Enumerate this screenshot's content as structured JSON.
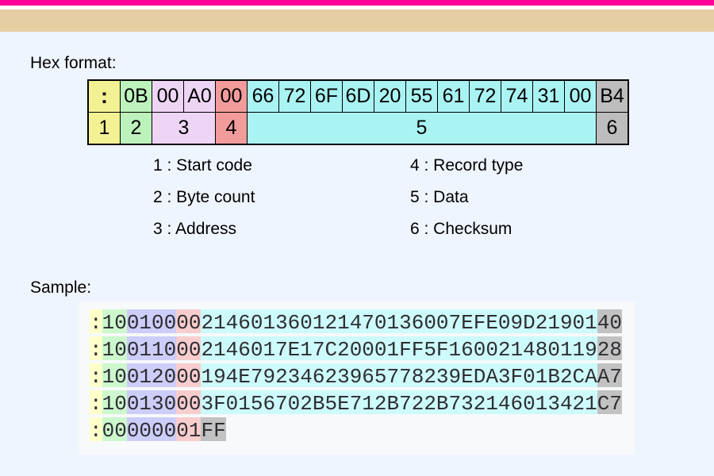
{
  "page": {
    "background": "#eff5fe",
    "top_bar_color": "#ff0099",
    "tan_bar_color": "#e5cea3",
    "sample_block_bg": "#f7f9fa"
  },
  "hex_format": {
    "label": "Hex format:",
    "colors": {
      "start": "#f2f295",
      "count": "#bdf2bd",
      "address": "#efd5f5",
      "rectype": "#f29b9b",
      "data": "#a9f3f3",
      "checksum": "#bdbdbd"
    },
    "bytes": [
      {
        "t": ":",
        "f": "start"
      },
      {
        "t": "0B",
        "f": "count"
      },
      {
        "t": "00",
        "f": "address"
      },
      {
        "t": "A0",
        "f": "address"
      },
      {
        "t": "00",
        "f": "rectype"
      },
      {
        "t": "66",
        "f": "data"
      },
      {
        "t": "72",
        "f": "data"
      },
      {
        "t": "6F",
        "f": "data"
      },
      {
        "t": "6D",
        "f": "data"
      },
      {
        "t": "20",
        "f": "data"
      },
      {
        "t": "55",
        "f": "data"
      },
      {
        "t": "61",
        "f": "data"
      },
      {
        "t": "72",
        "f": "data"
      },
      {
        "t": "74",
        "f": "data"
      },
      {
        "t": "31",
        "f": "data"
      },
      {
        "t": "00",
        "f": "data"
      },
      {
        "t": "B4",
        "f": "checksum"
      }
    ],
    "fields": [
      {
        "label": "1",
        "span": 1,
        "f": "start"
      },
      {
        "label": "2",
        "span": 1,
        "f": "count"
      },
      {
        "label": "3",
        "span": 2,
        "f": "address"
      },
      {
        "label": "4",
        "span": 1,
        "f": "rectype"
      },
      {
        "label": "5",
        "span": 11,
        "f": "data"
      },
      {
        "label": "6",
        "span": 1,
        "f": "checksum"
      }
    ]
  },
  "legend": {
    "items": [
      "1 : Start code",
      "2 : Byte count",
      "3 : Address",
      "4 : Record type",
      "5 : Data",
      "6 : Checksum"
    ]
  },
  "sample": {
    "label": "Sample:",
    "colors": {
      "start": "#ffffc9",
      "count": "#cdf8cd",
      "address": "#cdcdfa",
      "rectype": "#f8cdcd",
      "data": "#cdfafa",
      "checksum": "#c2c2c2"
    },
    "lines": [
      {
        "parts": [
          {
            "t": ":",
            "f": "start"
          },
          {
            "t": "10",
            "f": "count"
          },
          {
            "t": "0100",
            "f": "address"
          },
          {
            "t": "00",
            "f": "rectype"
          },
          {
            "t": "214601360121470136007EFE09D21901",
            "f": "data"
          },
          {
            "t": "40",
            "f": "checksum"
          }
        ]
      },
      {
        "parts": [
          {
            "t": ":",
            "f": "start"
          },
          {
            "t": "10",
            "f": "count"
          },
          {
            "t": "0110",
            "f": "address"
          },
          {
            "t": "00",
            "f": "rectype"
          },
          {
            "t": "2146017E17C20001FF5F160021480119",
            "f": "data"
          },
          {
            "t": "28",
            "f": "checksum"
          }
        ]
      },
      {
        "parts": [
          {
            "t": ":",
            "f": "start"
          },
          {
            "t": "10",
            "f": "count"
          },
          {
            "t": "0120",
            "f": "address"
          },
          {
            "t": "00",
            "f": "rectype"
          },
          {
            "t": "194E79234623965778239EDA3F01B2CA",
            "f": "data"
          },
          {
            "t": "A7",
            "f": "checksum"
          }
        ]
      },
      {
        "parts": [
          {
            "t": ":",
            "f": "start"
          },
          {
            "t": "10",
            "f": "count"
          },
          {
            "t": "0130",
            "f": "address"
          },
          {
            "t": "00",
            "f": "rectype"
          },
          {
            "t": "3F0156702B5E712B722B732146013421",
            "f": "data"
          },
          {
            "t": "C7",
            "f": "checksum"
          }
        ]
      },
      {
        "parts": [
          {
            "t": ":",
            "f": "start"
          },
          {
            "t": "00",
            "f": "count"
          },
          {
            "t": "0000",
            "f": "address"
          },
          {
            "t": "01",
            "f": "rectype"
          },
          {
            "t": "FF",
            "f": "checksum"
          }
        ]
      }
    ]
  }
}
